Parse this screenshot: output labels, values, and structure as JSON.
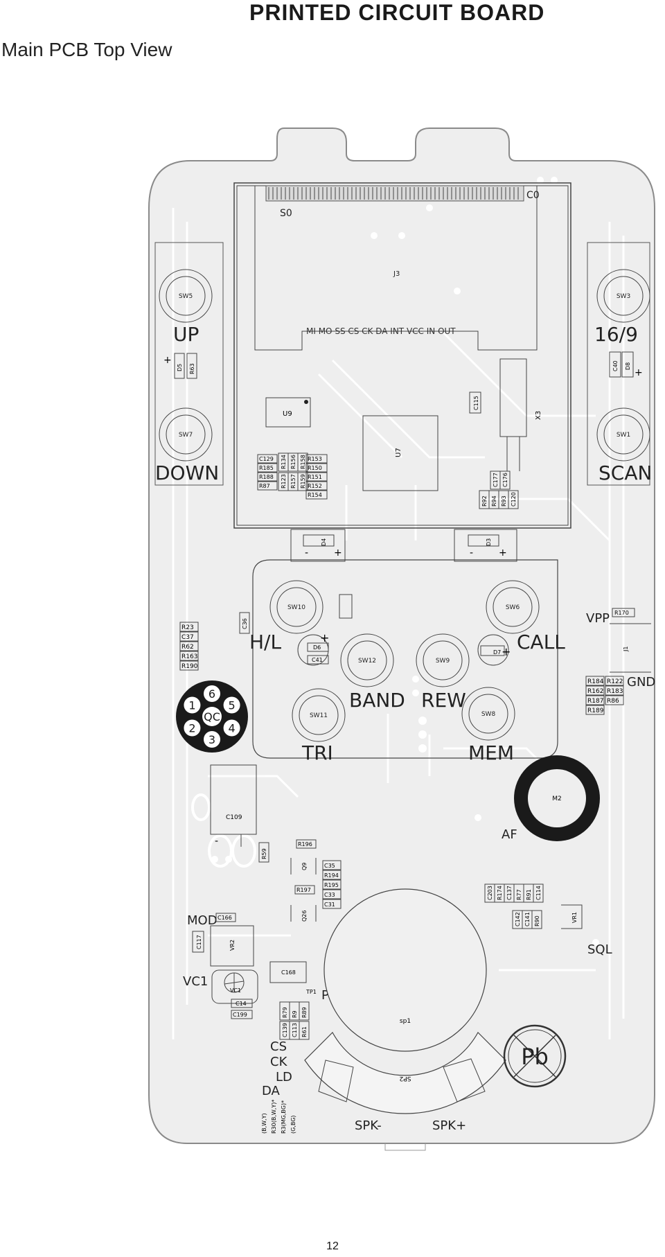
{
  "header": {
    "title": "PRINTED CIRCUIT BOARD",
    "subtitle": "Main PCB Top View"
  },
  "footer": {
    "page_number": "12"
  },
  "board": {
    "lcd": {
      "j3": "J3",
      "s0": "S0",
      "c0": "C0",
      "pins": "MI MO SS CS CK DA INT VCC IN OUT"
    },
    "switches": {
      "sw5": "SW5",
      "sw7": "SW7",
      "sw3": "SW3",
      "sw1": "SW1",
      "sw10": "SW10",
      "sw6": "SW6",
      "sw12": "SW12",
      "sw9": "SW9",
      "sw11": "SW11",
      "sw8": "SW8"
    },
    "labels": {
      "up": "UP",
      "down": "DOWN",
      "s169": "16/9",
      "scan": "SCAN",
      "hl": "H/L",
      "call": "CALL",
      "band": "BAND",
      "rew": "REW",
      "tri": "TRI",
      "mem": "MEM",
      "vpp": "VPP",
      "gnd": "GND",
      "af": "AF",
      "mod": "MOD",
      "vc1": "VC1",
      "pd": "PD",
      "sql": "SQL",
      "cs": "CS",
      "ck": "CK",
      "ld": "LD",
      "da": "DA",
      "spkm": "SPK-",
      "spkp": "SPK+",
      "pb": "Pb",
      "qc": "QC"
    },
    "parts": {
      "u9": "U9",
      "u7": "U7",
      "x3": "X3",
      "c115": "C115",
      "d5": "D5",
      "r63": "R63",
      "c40": "C40",
      "d8": "D8",
      "left_block": [
        "C129",
        "R185",
        "R188",
        "R87"
      ],
      "mid_block": [
        "R134",
        "R156",
        "R158",
        "R153",
        "R150",
        "R123",
        "R157",
        "R159",
        "R151",
        "R152",
        "R154"
      ],
      "right_block": [
        "C177",
        "C176",
        "R92",
        "R94",
        "R93",
        "C120"
      ],
      "d4": "D4",
      "d3": "D3",
      "c36": "C36",
      "left_list": [
        "R23",
        "C37",
        "R62",
        "R163",
        "R190"
      ],
      "d6": "D6",
      "c41": "C41",
      "d7": "D7",
      "r170": "R170",
      "j1": "J1",
      "right_list": [
        "R184",
        "R122",
        "R162",
        "R183",
        "R187",
        "R86",
        "R189"
      ],
      "m2": "M2",
      "c109": "C109",
      "r59": "R59",
      "r196": "R196",
      "q9": "Q9",
      "q_list": [
        "C35",
        "R194",
        "R195",
        "C33",
        "C31"
      ],
      "r197": "R197",
      "q26": "Q26",
      "c166": "C166",
      "c117": "C117",
      "vr2": "VR2",
      "c168": "C168",
      "vc1p": "VC1",
      "tp1": "TP1",
      "c14": "C14",
      "c199": "C199",
      "bottom_list": [
        "R79",
        "R9",
        "R89",
        "C139",
        "C113",
        "R61"
      ],
      "sp1": "sp1",
      "sp2": "SP2",
      "sql_block": [
        "C203",
        "R174",
        "C137",
        "R77",
        "R91",
        "C114",
        "C142",
        "C141",
        "R90"
      ],
      "vr1": "VR1",
      "da_notes": [
        "(B,W,Y)",
        "R30(B,W,Y)*",
        "R3(MG,BG)*",
        "(G,BG)"
      ],
      "qc_digits": [
        "6",
        "5",
        "4",
        "3",
        "2",
        "1"
      ]
    }
  }
}
